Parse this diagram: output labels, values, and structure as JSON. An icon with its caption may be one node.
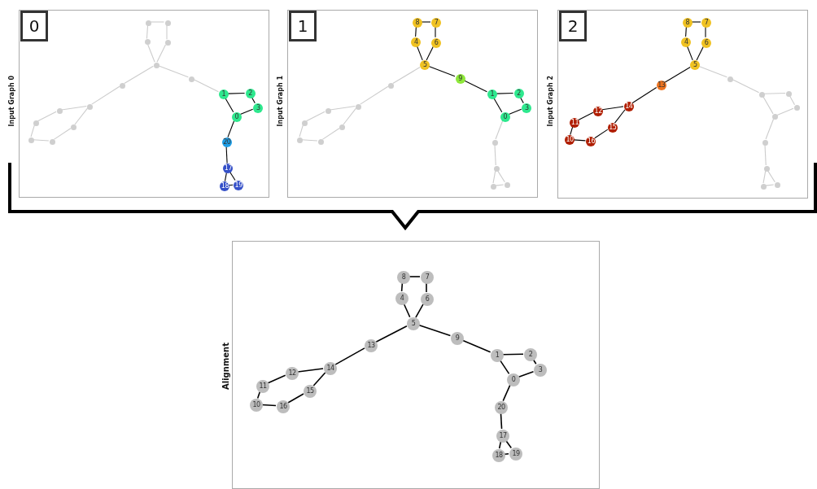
{
  "diagram": {
    "nodes": [
      {
        "text": [
          "0",
          "Input Graph 0"
        ]
      },
      {
        "text": [
          "0"
        ],
        "in": 0
      },
      {
        "text": [
          "1"
        ],
        "in": 0
      },
      {
        "text": [
          "2"
        ],
        "in": 0
      },
      {
        "text": [
          "3"
        ],
        "in": 0
      },
      {
        "text": [],
        "shape": "circle",
        "in": 0
      },
      {
        "text": [],
        "shape": "circle",
        "in": 0
      },
      {
        "text": [],
        "shape": "circle",
        "in": 0
      },
      {
        "text": [],
        "shape": "circle",
        "in": 0
      },
      {
        "text": [],
        "shape": "circle",
        "in": 0
      },
      {
        "text": [],
        "shape": "circle",
        "in": 0
      },
      {
        "text": [],
        "shape": "circle",
        "in": 0
      },
      {
        "text": [],
        "shape": "circle",
        "in": 0
      },
      {
        "text": [],
        "shape": "circle",
        "in": 0
      },
      {
        "text": [],
        "shape": "circle",
        "in": 0
      },
      {
        "text": [],
        "shape": "circle",
        "in": 0
      },
      {
        "text": [],
        "shape": "circle",
        "in": 0
      },
      {
        "text": [],
        "shape": "circle",
        "in": 0
      },
      {
        "text": [
          "17"
        ],
        "in": 0
      },
      {
        "text": [
          "18"
        ],
        "in": 0
      },
      {
        "text": [
          "19"
        ],
        "in": 0
      },
      {
        "text": [
          "20"
        ],
        "in": 0
      },
      {
        "text": [
          "1",
          "Input Graph 1"
        ]
      },
      {
        "text": [
          "0"
        ],
        "in": 22
      },
      {
        "text": [
          "1"
        ],
        "in": 22
      },
      {
        "text": [
          "2"
        ],
        "in": 22
      },
      {
        "text": [
          "3"
        ],
        "in": 22
      },
      {
        "text": [
          "4"
        ],
        "in": 22
      },
      {
        "text": [
          "5"
        ],
        "in": 22
      },
      {
        "text": [
          "6"
        ],
        "in": 22
      },
      {
        "text": [
          "7"
        ],
        "in": 22
      },
      {
        "text": [
          "8"
        ],
        "in": 22
      },
      {
        "text": [
          "9"
        ],
        "in": 22
      },
      {
        "text": [],
        "shape": "circle",
        "in": 22
      },
      {
        "text": [],
        "shape": "circle",
        "in": 22
      },
      {
        "text": [],
        "shape": "circle",
        "in": 22
      },
      {
        "text": [],
        "shape": "circle",
        "in": 22
      },
      {
        "text": [],
        "shape": "circle",
        "in": 22
      },
      {
        "text": [],
        "shape": "circle",
        "in": 22
      },
      {
        "text": [],
        "shape": "circle",
        "in": 22
      },
      {
        "text": [],
        "shape": "circle",
        "in": 22
      },
      {
        "text": [],
        "shape": "circle",
        "in": 22
      },
      {
        "text": [],
        "shape": "circle",
        "in": 22
      },
      {
        "text": [],
        "shape": "circle",
        "in": 22
      },
      {
        "text": [
          "2",
          "Input Graph 2"
        ]
      },
      {
        "text": [],
        "shape": "circle",
        "in": 44
      },
      {
        "text": [],
        "shape": "circle",
        "in": 44
      },
      {
        "text": [],
        "shape": "circle",
        "in": 44
      },
      {
        "text": [],
        "shape": "circle",
        "in": 44
      },
      {
        "text": [
          "4"
        ],
        "in": 44
      },
      {
        "text": [
          "5"
        ],
        "in": 44
      },
      {
        "text": [
          "6"
        ],
        "in": 44
      },
      {
        "text": [
          "7"
        ],
        "in": 44
      },
      {
        "text": [
          "8"
        ],
        "in": 44
      },
      {
        "text": [],
        "shape": "circle",
        "in": 44
      },
      {
        "text": [
          "10"
        ],
        "in": 44
      },
      {
        "text": [
          "11"
        ],
        "in": 44
      },
      {
        "text": [
          "12"
        ],
        "in": 44
      },
      {
        "text": [
          "13"
        ],
        "in": 44
      },
      {
        "text": [
          "14"
        ],
        "in": 44
      },
      {
        "text": [
          "15"
        ],
        "in": 44
      },
      {
        "text": [
          "16"
        ],
        "in": 44
      },
      {
        "text": [],
        "shape": "circle",
        "in": 44
      },
      {
        "text": [],
        "shape": "circle",
        "in": 44
      },
      {
        "text": [],
        "shape": "circle",
        "in": 44
      },
      {
        "text": [],
        "shape": "circle",
        "in": 44
      },
      {
        "text": [
          "Alignment"
        ]
      },
      {
        "text": [
          "0"
        ],
        "in": 66
      },
      {
        "text": [
          "1"
        ],
        "in": 66
      },
      {
        "text": [
          "2"
        ],
        "in": 66
      },
      {
        "text": [
          "3"
        ],
        "in": 66
      },
      {
        "text": [
          "4"
        ],
        "in": 66
      },
      {
        "text": [
          "5"
        ],
        "in": 66
      },
      {
        "text": [
          "6"
        ],
        "in": 66
      },
      {
        "text": [
          "7"
        ],
        "in": 66
      },
      {
        "text": [
          "8"
        ],
        "in": 66
      },
      {
        "text": [
          "9"
        ],
        "in": 66
      },
      {
        "text": [
          "10"
        ],
        "in": 66
      },
      {
        "text": [
          "11"
        ],
        "in": 66
      },
      {
        "text": [
          "12"
        ],
        "in": 66
      },
      {
        "text": [
          "13"
        ],
        "in": 66
      },
      {
        "text": [
          "14"
        ],
        "in": 66
      },
      {
        "text": [
          "15"
        ],
        "in": 66
      },
      {
        "text": [
          "16"
        ],
        "in": 66
      },
      {
        "text": [
          "17"
        ],
        "in": 66
      },
      {
        "text": [
          "18"
        ],
        "in": 66
      },
      {
        "text": [
          "19"
        ],
        "in": 66
      },
      {
        "text": [
          "20"
        ],
        "in": 66
      }
    ],
    "edges": [
      {
        "from": 9,
        "to": 8,
        "arrow": "none",
        "color": "#cccccc"
      },
      {
        "from": 9,
        "to": 5,
        "arrow": "none",
        "color": "#cccccc"
      },
      {
        "from": 8,
        "to": 7,
        "arrow": "none",
        "color": "#cccccc"
      },
      {
        "from": 5,
        "to": 6,
        "arrow": "none",
        "color": "#cccccc"
      },
      {
        "from": 7,
        "to": 6,
        "arrow": "none",
        "color": "#cccccc"
      },
      {
        "from": 6,
        "to": 14,
        "arrow": "none",
        "color": "#cccccc"
      },
      {
        "from": 14,
        "to": 15,
        "arrow": "none",
        "color": "#cccccc"
      },
      {
        "from": 15,
        "to": 13,
        "arrow": "none",
        "color": "#cccccc"
      },
      {
        "from": 13,
        "to": 12,
        "arrow": "none",
        "color": "#cccccc"
      },
      {
        "from": 12,
        "to": 11,
        "arrow": "none",
        "color": "#cccccc"
      },
      {
        "from": 11,
        "to": 17,
        "arrow": "none",
        "color": "#cccccc"
      },
      {
        "from": 17,
        "to": 16,
        "arrow": "none",
        "color": "#cccccc"
      },
      {
        "from": 16,
        "to": 15,
        "arrow": "none",
        "color": "#cccccc"
      },
      {
        "from": 6,
        "to": 10,
        "arrow": "none",
        "color": "#cccccc"
      },
      {
        "from": 10,
        "to": 2,
        "arrow": "none",
        "color": "#cccccc"
      },
      {
        "from": 2,
        "to": 3,
        "arrow": "none"
      },
      {
        "from": 3,
        "to": 4,
        "arrow": "none"
      },
      {
        "from": 4,
        "to": 1,
        "arrow": "none"
      },
      {
        "from": 1,
        "to": 2,
        "arrow": "none"
      },
      {
        "from": 1,
        "to": 21,
        "arrow": "none"
      },
      {
        "from": 21,
        "to": 18,
        "arrow": "none"
      },
      {
        "from": 18,
        "to": 19,
        "arrow": "none"
      },
      {
        "from": 18,
        "to": 20,
        "arrow": "none"
      },
      {
        "from": 19,
        "to": 20,
        "arrow": "none"
      },
      {
        "from": 31,
        "to": 30,
        "arrow": "none"
      },
      {
        "from": 31,
        "to": 27,
        "arrow": "none"
      },
      {
        "from": 30,
        "to": 29,
        "arrow": "none"
      },
      {
        "from": 27,
        "to": 28,
        "arrow": "none"
      },
      {
        "from": 29,
        "to": 28,
        "arrow": "none"
      },
      {
        "from": 28,
        "to": 36,
        "arrow": "none",
        "color": "#cccccc"
      },
      {
        "from": 36,
        "to": 37,
        "arrow": "none",
        "color": "#cccccc"
      },
      {
        "from": 37,
        "to": 35,
        "arrow": "none",
        "color": "#cccccc"
      },
      {
        "from": 35,
        "to": 34,
        "arrow": "none",
        "color": "#cccccc"
      },
      {
        "from": 34,
        "to": 33,
        "arrow": "none",
        "color": "#cccccc"
      },
      {
        "from": 33,
        "to": 39,
        "arrow": "none",
        "color": "#cccccc"
      },
      {
        "from": 39,
        "to": 38,
        "arrow": "none",
        "color": "#cccccc"
      },
      {
        "from": 38,
        "to": 37,
        "arrow": "none",
        "color": "#cccccc"
      },
      {
        "from": 28,
        "to": 32,
        "arrow": "none"
      },
      {
        "from": 32,
        "to": 24,
        "arrow": "none"
      },
      {
        "from": 24,
        "to": 25,
        "arrow": "none"
      },
      {
        "from": 25,
        "to": 26,
        "arrow": "none"
      },
      {
        "from": 26,
        "to": 23,
        "arrow": "none"
      },
      {
        "from": 23,
        "to": 24,
        "arrow": "none"
      },
      {
        "from": 23,
        "to": 43,
        "arrow": "none",
        "color": "#cccccc"
      },
      {
        "from": 43,
        "to": 40,
        "arrow": "none",
        "color": "#cccccc"
      },
      {
        "from": 40,
        "to": 41,
        "arrow": "none",
        "color": "#cccccc"
      },
      {
        "from": 40,
        "to": 42,
        "arrow": "none",
        "color": "#cccccc"
      },
      {
        "from": 41,
        "to": 42,
        "arrow": "none",
        "color": "#cccccc"
      },
      {
        "from": 53,
        "to": 52,
        "arrow": "none"
      },
      {
        "from": 53,
        "to": 49,
        "arrow": "none"
      },
      {
        "from": 52,
        "to": 51,
        "arrow": "none"
      },
      {
        "from": 49,
        "to": 50,
        "arrow": "none"
      },
      {
        "from": 51,
        "to": 50,
        "arrow": "none"
      },
      {
        "from": 50,
        "to": 58,
        "arrow": "none"
      },
      {
        "from": 58,
        "to": 59,
        "arrow": "none"
      },
      {
        "from": 59,
        "to": 57,
        "arrow": "none"
      },
      {
        "from": 57,
        "to": 56,
        "arrow": "none"
      },
      {
        "from": 56,
        "to": 55,
        "arrow": "none"
      },
      {
        "from": 55,
        "to": 61,
        "arrow": "none"
      },
      {
        "from": 61,
        "to": 60,
        "arrow": "none"
      },
      {
        "from": 60,
        "to": 59,
        "arrow": "none"
      },
      {
        "from": 50,
        "to": 54,
        "arrow": "none",
        "color": "#cccccc"
      },
      {
        "from": 54,
        "to": 46,
        "arrow": "none",
        "color": "#cccccc"
      },
      {
        "from": 46,
        "to": 47,
        "arrow": "none",
        "color": "#cccccc"
      },
      {
        "from": 47,
        "to": 48,
        "arrow": "none",
        "color": "#cccccc"
      },
      {
        "from": 48,
        "to": 45,
        "arrow": "none",
        "color": "#cccccc"
      },
      {
        "from": 45,
        "to": 46,
        "arrow": "none",
        "color": "#cccccc"
      },
      {
        "from": 45,
        "to": 65,
        "arrow": "none",
        "color": "#cccccc"
      },
      {
        "from": 65,
        "to": 62,
        "arrow": "none",
        "color": "#cccccc"
      },
      {
        "from": 62,
        "to": 63,
        "arrow": "none",
        "color": "#cccccc"
      },
      {
        "from": 62,
        "to": 64,
        "arrow": "none",
        "color": "#cccccc"
      },
      {
        "from": 63,
        "to": 64,
        "arrow": "none",
        "color": "#cccccc"
      },
      {
        "from": 75,
        "to": 74,
        "arrow": "none"
      },
      {
        "from": 75,
        "to": 71,
        "arrow": "none"
      },
      {
        "from": 74,
        "to": 73,
        "arrow": "none"
      },
      {
        "from": 71,
        "to": 72,
        "arrow": "none"
      },
      {
        "from": 73,
        "to": 72,
        "arrow": "none"
      },
      {
        "from": 72,
        "to": 80,
        "arrow": "none"
      },
      {
        "from": 80,
        "to": 81,
        "arrow": "none"
      },
      {
        "from": 81,
        "to": 79,
        "arrow": "none"
      },
      {
        "from": 79,
        "to": 78,
        "arrow": "none"
      },
      {
        "from": 78,
        "to": 77,
        "arrow": "none"
      },
      {
        "from": 77,
        "to": 83,
        "arrow": "none"
      },
      {
        "from": 83,
        "to": 82,
        "arrow": "none"
      },
      {
        "from": 82,
        "to": 81,
        "arrow": "none"
      },
      {
        "from": 72,
        "to": 76,
        "arrow": "none"
      },
      {
        "from": 76,
        "to": 68,
        "arrow": "none"
      },
      {
        "from": 68,
        "to": 69,
        "arrow": "none"
      },
      {
        "from": 69,
        "to": 70,
        "arrow": "none"
      },
      {
        "from": 70,
        "to": 67,
        "arrow": "none"
      },
      {
        "from": 67,
        "to": 68,
        "arrow": "none"
      },
      {
        "from": 67,
        "to": 87,
        "arrow": "none"
      },
      {
        "from": 87,
        "to": 84,
        "arrow": "none"
      },
      {
        "from": 84,
        "to": 85,
        "arrow": "none"
      },
      {
        "from": 84,
        "to": 86,
        "arrow": "none"
      },
      {
        "from": 85,
        "to": 86,
        "arrow": "none"
      }
    ]
  }
}
